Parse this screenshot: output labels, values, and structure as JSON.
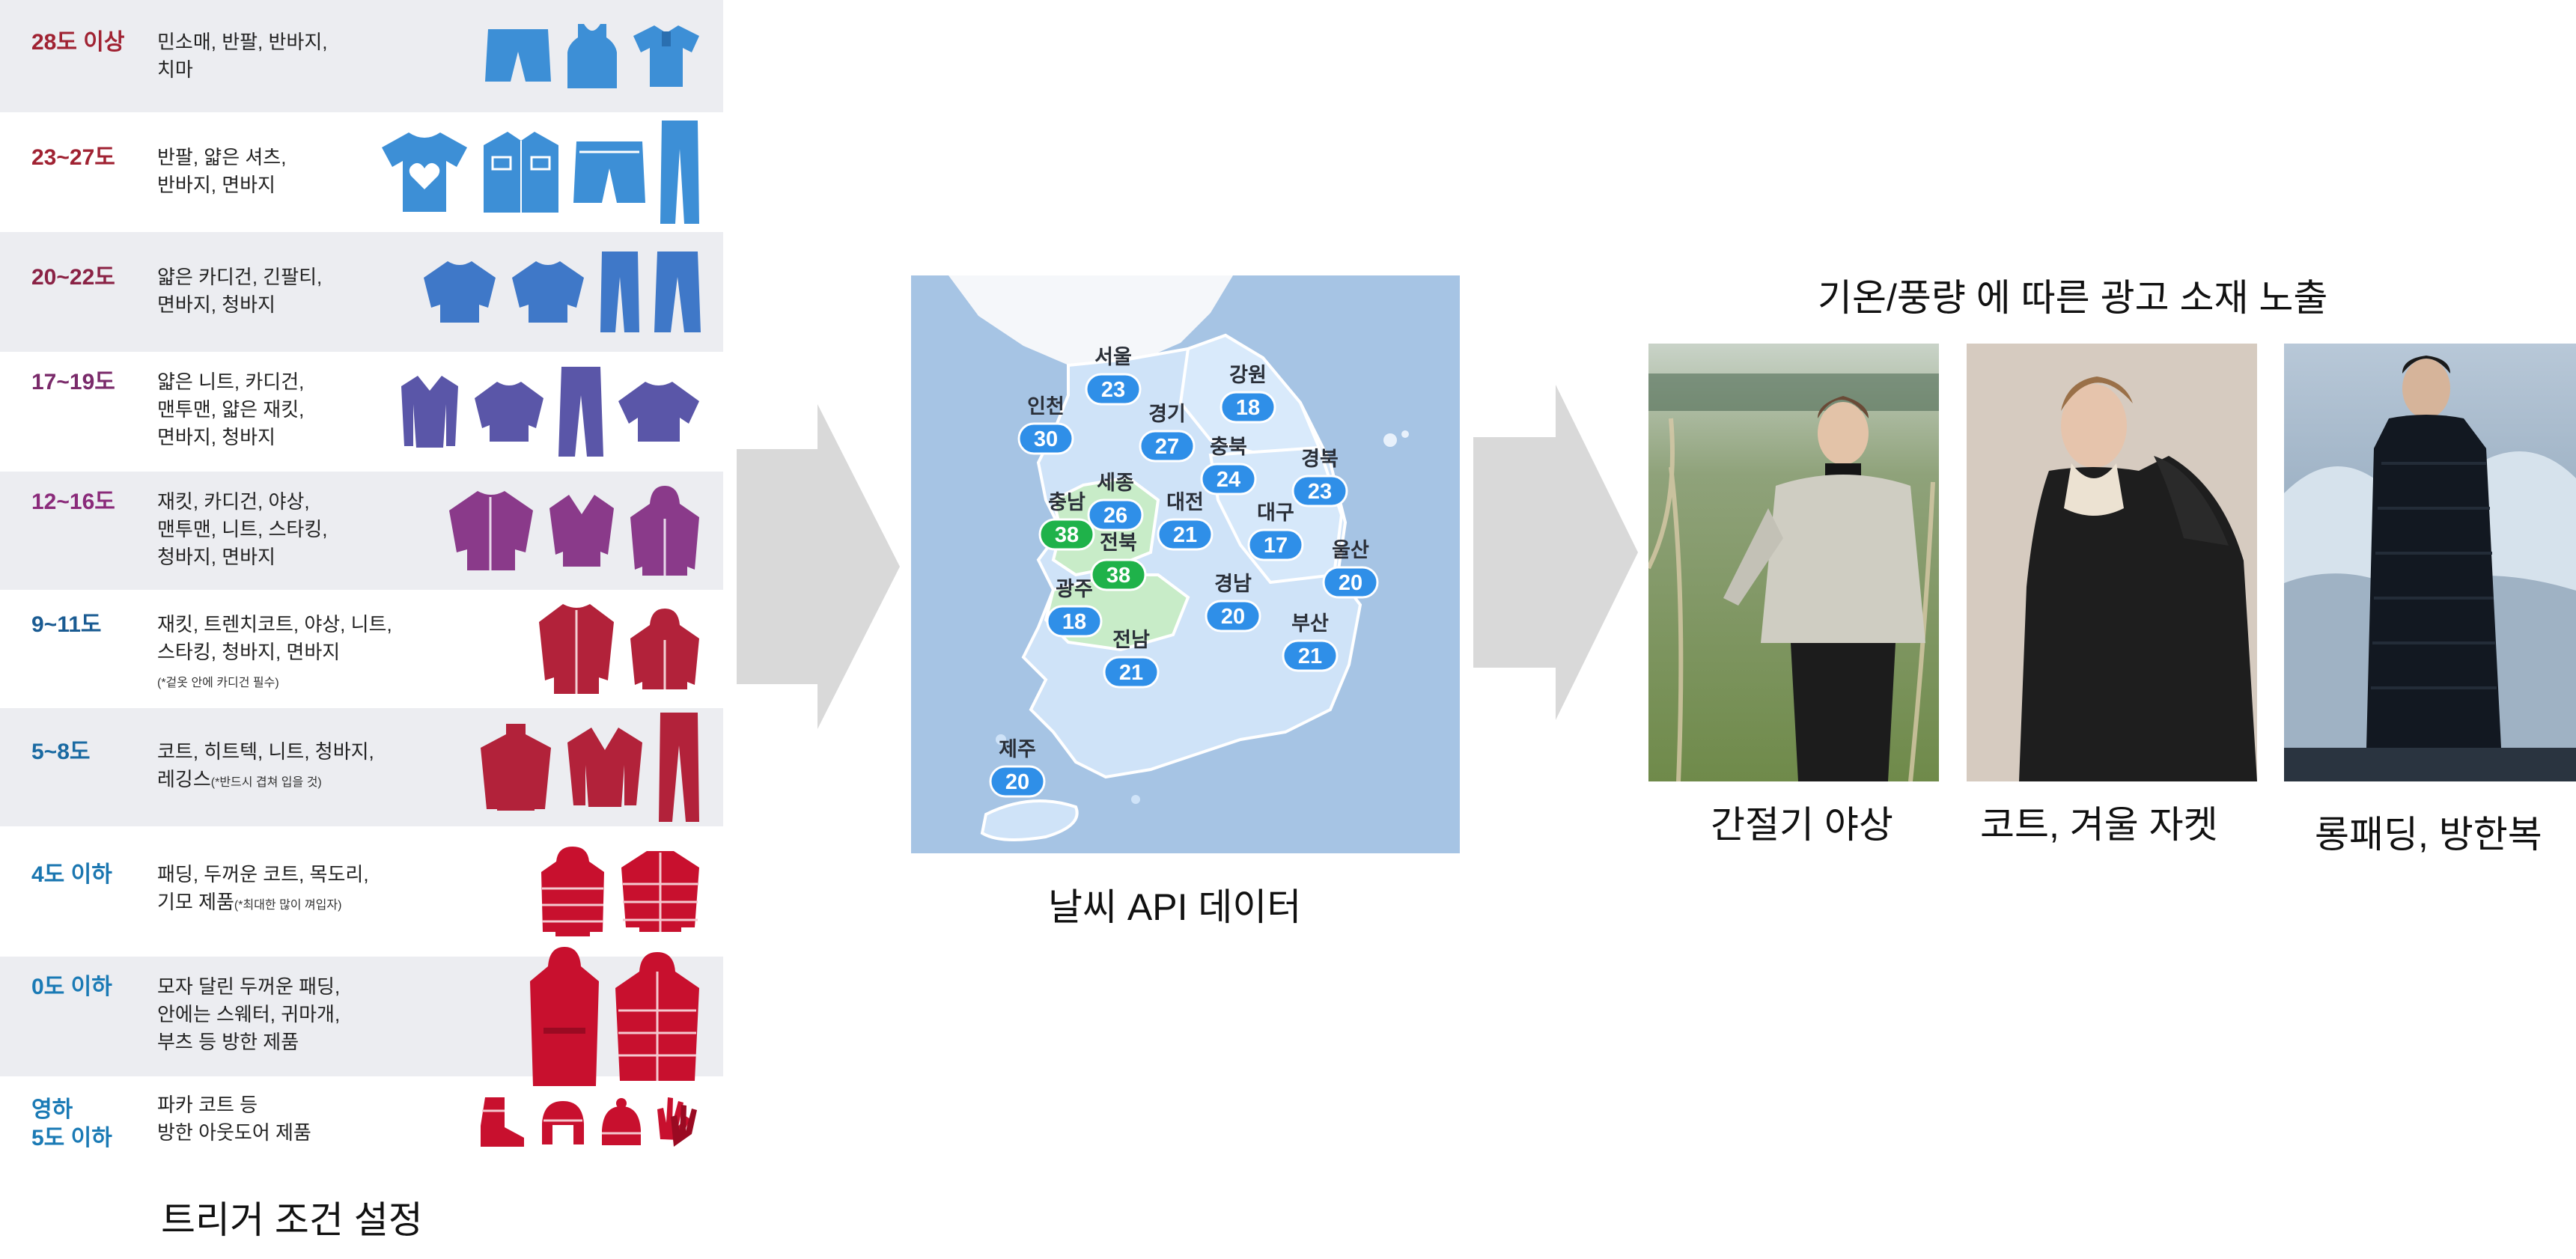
{
  "trigger_table": {
    "caption": "트리거 조건 설정",
    "rows": [
      {
        "temp": "28도 이상",
        "desc": "민소매, 반팔, 반바지,\n치마",
        "color": "#a02232"
      },
      {
        "temp": "23~27도",
        "desc": "반팔, 얇은 셔츠,\n반바지, 면바지",
        "color": "#a02232"
      },
      {
        "temp": "20~22도",
        "desc": "얇은 카디건, 긴팔티,\n면바지, 청바지",
        "color": "#8a2245"
      },
      {
        "temp": "17~19도",
        "desc": "얇은 니트, 카디건,\n맨투맨, 얇은 재킷,\n면바지, 청바지",
        "color": "#7a2a6a"
      },
      {
        "temp": "12~16도",
        "desc": "재킷, 카디건, 야상,\n맨투맨, 니트, 스타킹,\n청바지, 면바지",
        "color": "#8a2a7a"
      },
      {
        "temp": "9~11도",
        "desc": "재킷, 트렌치코트, 야상, 니트,\n스타킹, 청바지, 면바지",
        "note": "(*겉옷 안에 카디건 필수)",
        "color": "#1a5b92"
      },
      {
        "temp": "5~8도",
        "desc": "코트, 히트텍, 니트, 청바지,\n레깅스",
        "note": "(*반드시 겹쳐 입을 것)",
        "color": "#1a6aa2"
      },
      {
        "temp": "4도 이하",
        "desc": "패딩, 두꺼운 코트, 목도리,\n기모 제품",
        "note": "(*최대한 많이 껴입자)",
        "color": "#1a76b0"
      },
      {
        "temp": "0도 이하",
        "desc": "모자 달린 두꺼운 패딩,\n안에는 스웨터, 귀마개,\n부츠 등 방한 제품",
        "color": "#1a7ab5"
      },
      {
        "temp": "영하\n5도 이하",
        "desc": "파카 코트 등\n방한 아웃도어 제품",
        "color": "#1a7ab5"
      }
    ]
  },
  "weather_map": {
    "caption": "날씨 API 데이터",
    "regions": [
      {
        "name": "서울",
        "value": "23",
        "highlight": false
      },
      {
        "name": "강원",
        "value": "18",
        "highlight": false
      },
      {
        "name": "인천",
        "value": "30",
        "highlight": false
      },
      {
        "name": "경기",
        "value": "27",
        "highlight": false
      },
      {
        "name": "충북",
        "value": "24",
        "highlight": false
      },
      {
        "name": "경북",
        "value": "23",
        "highlight": false
      },
      {
        "name": "세종",
        "value": "26",
        "highlight": false
      },
      {
        "name": "충남",
        "value": "38",
        "highlight": true
      },
      {
        "name": "대전",
        "value": "21",
        "highlight": false
      },
      {
        "name": "대구",
        "value": "17",
        "highlight": false
      },
      {
        "name": "전북",
        "value": "38",
        "highlight": true
      },
      {
        "name": "울산",
        "value": "20",
        "highlight": false
      },
      {
        "name": "광주",
        "value": "18",
        "highlight": false
      },
      {
        "name": "경남",
        "value": "20",
        "highlight": false
      },
      {
        "name": "부산",
        "value": "21",
        "highlight": false
      },
      {
        "name": "전남",
        "value": "21",
        "highlight": false
      },
      {
        "name": "제주",
        "value": "20",
        "highlight": false
      }
    ]
  },
  "ads": {
    "title": "기온/풍량 에 따른 광고 소재 노출",
    "items": [
      {
        "caption": "간절기 야상"
      },
      {
        "caption": "코트, 겨울 자켓"
      },
      {
        "caption": "롱패딩, 방한복"
      }
    ]
  },
  "colors": {
    "shade_row": "#ecedf1",
    "badge_blue": "#2f8fe8",
    "badge_green": "#1fb24a",
    "arrow": "#d9d9d9"
  }
}
